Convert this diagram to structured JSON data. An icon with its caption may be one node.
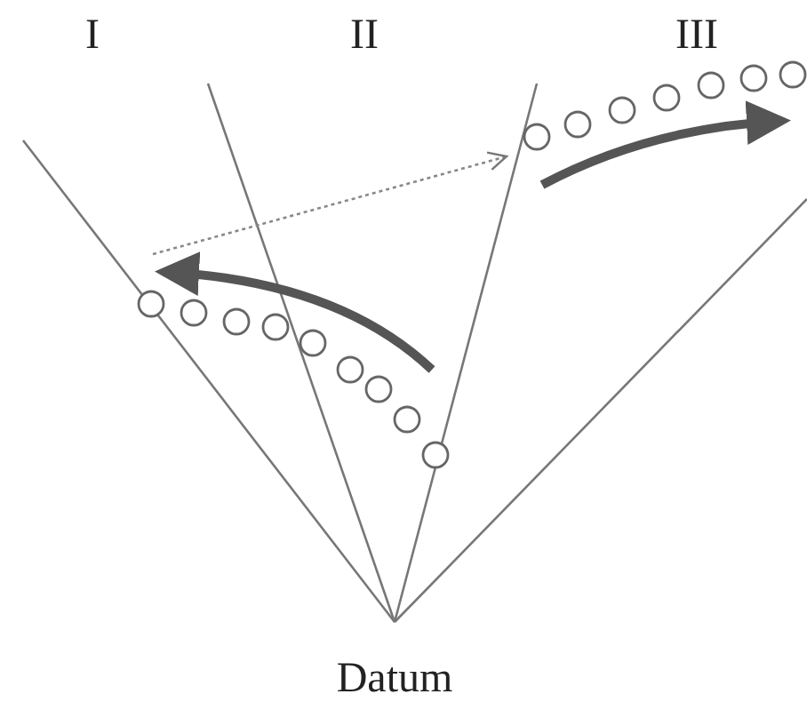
{
  "diagram": {
    "labels": [
      "I",
      "II",
      "III",
      "Datum"
    ]
  }
}
